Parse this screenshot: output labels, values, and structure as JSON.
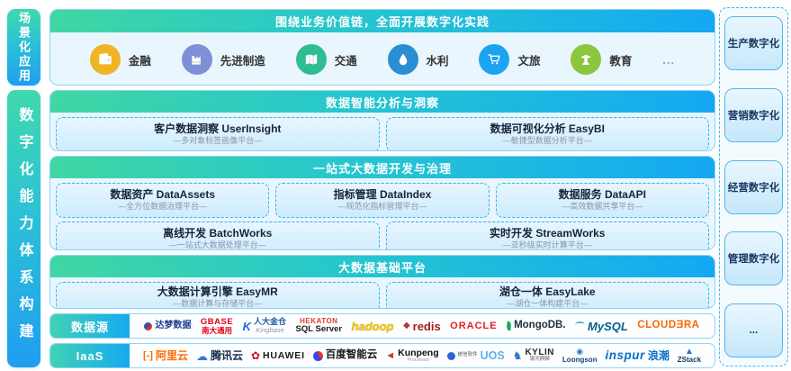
{
  "left_sidebar": {
    "scenario_label": "场景化应用",
    "capability_label": "数字化能力体系构建"
  },
  "top_section": {
    "header": "围绕业务价值链，全面开展数字化实践",
    "industries": [
      {
        "label": "金融",
        "icon": "wallet-icon",
        "color": "#f0b425"
      },
      {
        "label": "先进制造",
        "icon": "factory-icon",
        "color": "#7d8fd6"
      },
      {
        "label": "交通",
        "icon": "map-icon",
        "color": "#2ebd92"
      },
      {
        "label": "水利",
        "icon": "water-drop-icon",
        "color": "#2b8ed3"
      },
      {
        "label": "文旅",
        "icon": "cart-icon",
        "color": "#1ba4ef"
      },
      {
        "label": "教育",
        "icon": "graduate-icon",
        "color": "#8cc63f"
      }
    ],
    "more_label": "..."
  },
  "sections": [
    {
      "header": "数据智能分析与洞察",
      "rows": [
        [
          {
            "title": "客户数据洞察 UserInsight",
            "subtitle": "—多对象标签画像平台—"
          },
          {
            "title": "数据可视化分析 EasyBI",
            "subtitle": "—敏捷型数据分析平台—"
          }
        ]
      ]
    },
    {
      "header": "一站式大数据开发与治理",
      "rows": [
        [
          {
            "title": "数据资产 DataAssets",
            "subtitle": "—全方位数据治理平台—"
          },
          {
            "title": "指标管理 DataIndex",
            "subtitle": "—规范化指标管理平台—"
          },
          {
            "title": "数据服务 DataAPI",
            "subtitle": "—高效数据共享平台—"
          }
        ],
        [
          {
            "title": "离线开发 BatchWorks",
            "subtitle": "—一站式大数据处理平台—"
          },
          {
            "title": "实时开发 StreamWorks",
            "subtitle": "—亚秒级实时计算平台—"
          }
        ]
      ]
    },
    {
      "header": "大数据基础平台",
      "rows": [
        [
          {
            "title": "大数据计算引擎 EasyMR",
            "subtitle": "—数据计算与存储平台—"
          },
          {
            "title": "湖仓一体 EasyLake",
            "subtitle": "—湖仓一体构建平台—"
          }
        ]
      ]
    }
  ],
  "datasource_row": {
    "label": "数据源",
    "logos": [
      {
        "name": "dameng",
        "text": "达梦数据"
      },
      {
        "name": "gbase",
        "line1": "GBASE",
        "line2": "南大通用"
      },
      {
        "name": "kingbase",
        "glyph": "K",
        "line1": "人大金仓",
        "line2": "Kingbase"
      },
      {
        "name": "hekaton",
        "line1": "HEKATON",
        "line2": "SQL Server"
      },
      {
        "name": "hadoop",
        "text": "hadoop"
      },
      {
        "name": "redis",
        "glyph": "◆",
        "text": "redis"
      },
      {
        "name": "oracle",
        "text": "ORACLE"
      },
      {
        "name": "mongodb",
        "text": "MongoDB."
      },
      {
        "name": "mysql",
        "text": "MySQL"
      },
      {
        "name": "cloudera",
        "text": "CLOUDƎRA"
      }
    ]
  },
  "iaas_row": {
    "label": "IaaS",
    "logos": [
      {
        "name": "alibaba-cloud",
        "glyph": "[-]",
        "text": "阿里云"
      },
      {
        "name": "tencent-cloud",
        "glyph": "☁",
        "text": "腾讯云"
      },
      {
        "name": "huawei",
        "glyph": "✿",
        "text": "HUAWEI"
      },
      {
        "name": "baidu-cloud",
        "text": "百度智能云"
      },
      {
        "name": "kunpeng",
        "glyph": "◄",
        "text": "Kunpeng",
        "sub": "Processor"
      },
      {
        "name": "uos",
        "sub": "统信软件",
        "text": "UOS"
      },
      {
        "name": "kylin",
        "glyph": "♞",
        "text": "KYLIN",
        "sub": "银河麒麟"
      },
      {
        "name": "loongson",
        "glyph": "◉",
        "text": "Loongson"
      },
      {
        "name": "inspur",
        "text": "inspur",
        "text2": "浪潮"
      },
      {
        "name": "zstack",
        "glyph": "▲",
        "text": "ZStack"
      }
    ]
  },
  "right_sidebar": {
    "items": [
      "生产数字化",
      "营销数字化",
      "经营数字化",
      "管理数字化",
      "..."
    ]
  },
  "colors": {
    "header_gradient_start": "#40d7a2",
    "header_gradient_mid": "#26c6cf",
    "header_gradient_end": "#15a8f2",
    "panel_bg": "#e9f6fe",
    "panel_border": "#8ed4f5",
    "dashed_box_border": "#2fb3f0"
  }
}
